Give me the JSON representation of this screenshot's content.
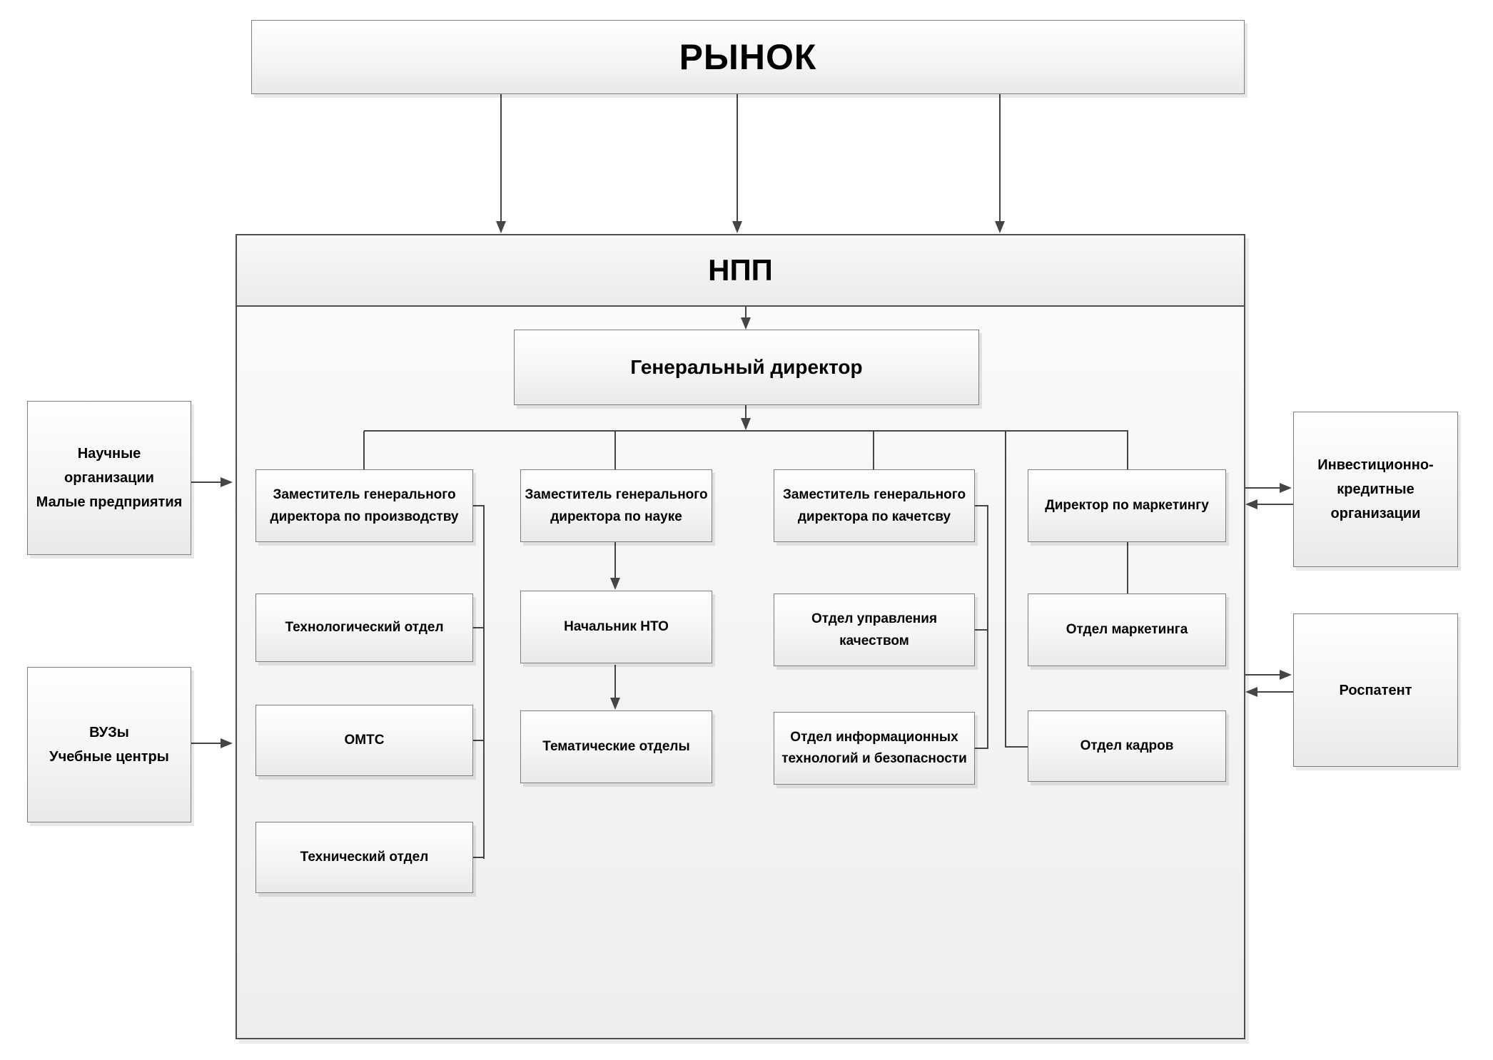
{
  "colors": {
    "line": "#454545",
    "box_border": "#7e7e7e",
    "container_border": "#4e4e4e",
    "box_fill_top": "#ffffff",
    "box_fill_bottom": "#e9e9e9",
    "container_fill_top": "#fbfbfb",
    "container_fill_bottom": "#eeeeee",
    "text": "#000000",
    "page_bg": "#ffffff"
  },
  "org": {
    "market": {
      "label": "РЫНОК"
    },
    "npp": {
      "label": "НПП"
    },
    "director": {
      "label": "Генеральный директор"
    },
    "deputies": [
      {
        "label": "Заместитель генерального директора по производству"
      },
      {
        "label": "Заместитель генерального директора по науке"
      },
      {
        "label": "Заместитель генерального директора по качетсву"
      },
      {
        "label": "Директор по маркетингу"
      }
    ],
    "departments": {
      "production": [
        {
          "label": "Технологический отдел"
        },
        {
          "label": "ОМТС"
        },
        {
          "label": "Технический отдел"
        }
      ],
      "science": [
        {
          "label": "Начальник НТО"
        },
        {
          "label": "Тематические отделы"
        }
      ],
      "quality": [
        {
          "label": "Отдел управления качеством"
        },
        {
          "label": "Отдел информационных технологий и безопасности"
        }
      ],
      "marketing": [
        {
          "label": "Отдел маркетинга"
        },
        {
          "label": "Отдел кадров"
        }
      ]
    },
    "external_left": [
      {
        "label": "Научные организации\nМалые предприятия"
      },
      {
        "label": "ВУЗы\nУчебные центры"
      }
    ],
    "external_right": [
      {
        "label": "Инвестиционно-кредитные организации"
      },
      {
        "label": "Роспатент"
      }
    ]
  }
}
